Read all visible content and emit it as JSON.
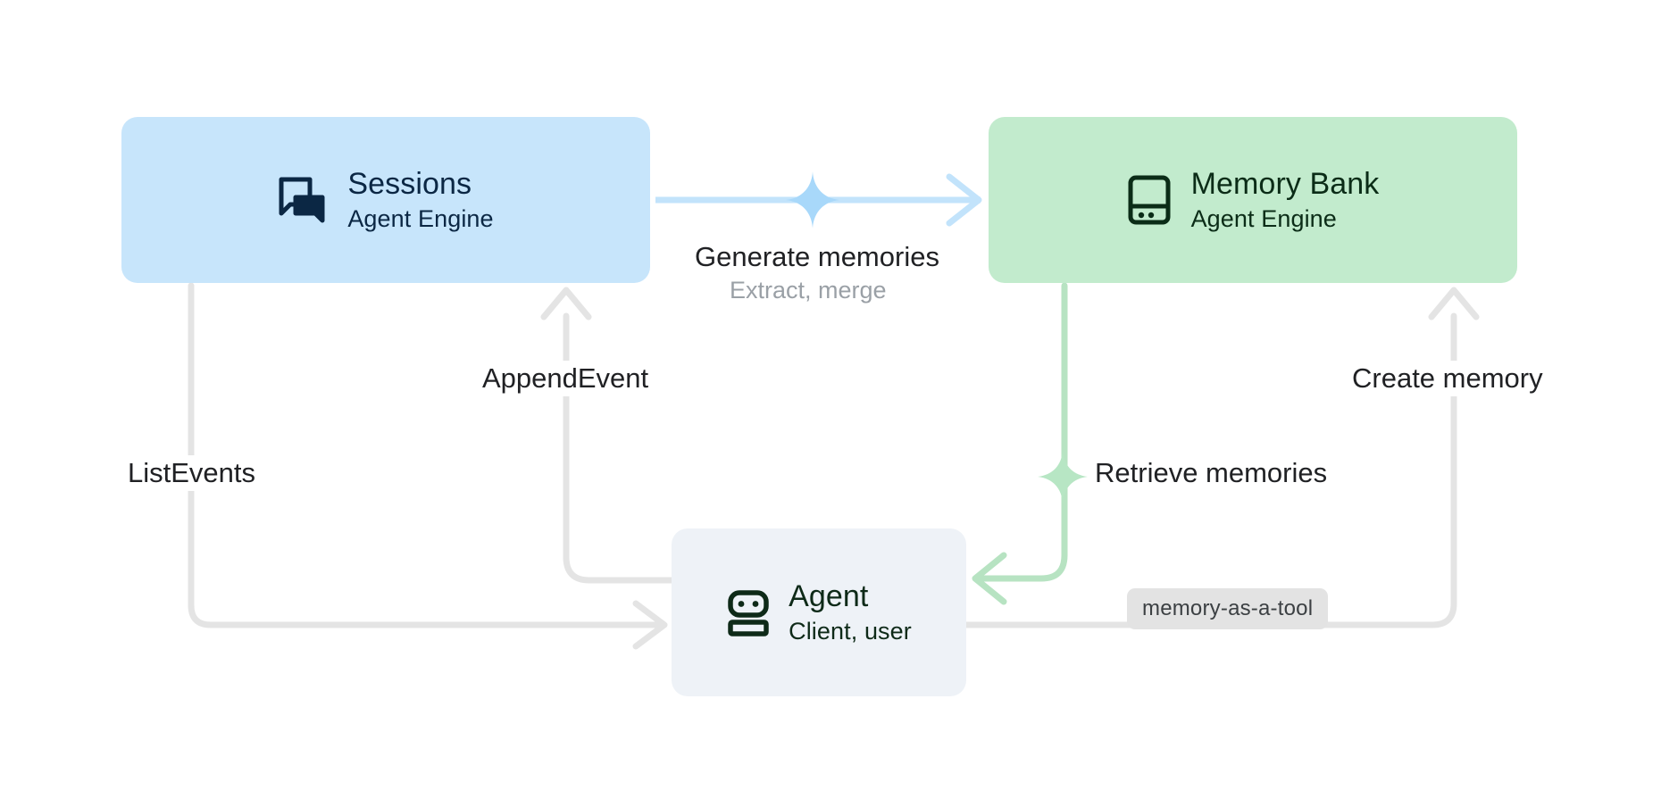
{
  "diagram": {
    "title": "Agent Engine Sessions and Memory Bank flow",
    "background": "#ffffff"
  },
  "nodes": [
    {
      "id": "sessions",
      "title": "Sessions",
      "subtitle": "Agent Engine",
      "icon": "chat-bubbles-icon",
      "fill": "#c7e5fb",
      "text_color": "#0b2744"
    },
    {
      "id": "memory-bank",
      "title": "Memory Bank",
      "subtitle": "Agent Engine",
      "icon": "database-storage-icon",
      "fill": "#c2ebcd",
      "text_color": "#0b2c17"
    },
    {
      "id": "agent",
      "title": "Agent",
      "subtitle": "Client, user",
      "icon": "robot-icon",
      "fill": "#eef2f7",
      "text_color": "#0e2a18"
    }
  ],
  "edges": [
    {
      "id": "generate-memories",
      "label": "Generate memories",
      "sublabel": "Extract, merge",
      "from": "sessions",
      "to": "memory-bank",
      "color": "#c2e3fb",
      "marker": "sparkle-blue-icon"
    },
    {
      "id": "append-event",
      "label": "AppendEvent",
      "from": "agent",
      "to": "sessions",
      "color": "#e4e4e4"
    },
    {
      "id": "list-events",
      "label": "ListEvents",
      "from": "sessions",
      "to": "agent",
      "color": "#e4e4e4"
    },
    {
      "id": "create-memory",
      "label": "Create memory",
      "from": "agent",
      "to": "memory-bank",
      "color": "#e4e4e4",
      "badge": "memory-as-a-tool"
    },
    {
      "id": "retrieve-memories",
      "label": "Retrieve memories",
      "from": "memory-bank",
      "to": "agent",
      "color": "#b7e3c2",
      "marker": "sparkle-green-icon"
    }
  ],
  "labels": {
    "generate_memories": "Generate memories",
    "extract_merge": "Extract, merge",
    "append_event": "AppendEvent",
    "list_events": "ListEvents",
    "create_memory": "Create memory",
    "retrieve_memories": "Retrieve memories",
    "memory_as_a_tool": "memory-as-a-tool"
  },
  "colors": {
    "sessions_fill": "#c7e5fb",
    "memory_fill": "#c2ebcd",
    "agent_fill": "#eef2f7",
    "blue_edge": "#c2e3fb",
    "green_edge": "#b7e3c2",
    "gray_edge": "#e4e4e4",
    "badge_fill": "#e3e3e3",
    "text_dark": "#202124",
    "text_muted": "#9aa0a6"
  }
}
